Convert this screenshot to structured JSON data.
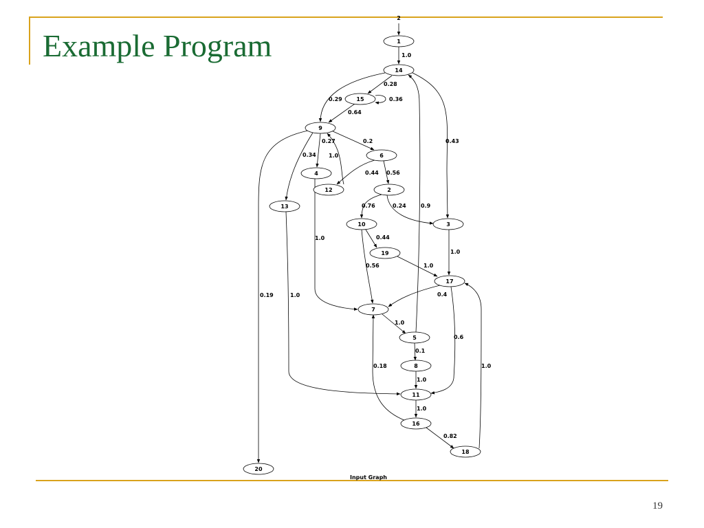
{
  "slide": {
    "title": "Example Program",
    "page_number": "19",
    "caption": "Input Graph"
  },
  "colors": {
    "title": "#1a6b33",
    "rule": "#d9a21b"
  },
  "graph": {
    "nodes": [
      {
        "id": "top",
        "label": "2"
      },
      {
        "id": "1",
        "label": "1"
      },
      {
        "id": "14",
        "label": "14"
      },
      {
        "id": "15",
        "label": "15"
      },
      {
        "id": "9",
        "label": "9"
      },
      {
        "id": "6",
        "label": "6"
      },
      {
        "id": "4",
        "label": "4"
      },
      {
        "id": "12",
        "label": "12"
      },
      {
        "id": "2",
        "label": "2"
      },
      {
        "id": "13",
        "label": "13"
      },
      {
        "id": "10",
        "label": "10"
      },
      {
        "id": "3",
        "label": "3"
      },
      {
        "id": "19",
        "label": "19"
      },
      {
        "id": "17",
        "label": "17"
      },
      {
        "id": "7",
        "label": "7"
      },
      {
        "id": "5",
        "label": "5"
      },
      {
        "id": "8",
        "label": "8"
      },
      {
        "id": "11",
        "label": "11"
      },
      {
        "id": "16",
        "label": "16"
      },
      {
        "id": "18",
        "label": "18"
      },
      {
        "id": "20",
        "label": "20"
      }
    ],
    "edges": [
      {
        "from": "top",
        "to": "1",
        "label": ""
      },
      {
        "from": "1",
        "to": "14",
        "label": "1.0"
      },
      {
        "from": "14",
        "to": "15",
        "label": "0.28"
      },
      {
        "from": "14",
        "to": "9",
        "label": "0.29"
      },
      {
        "from": "14",
        "to": "3",
        "label": "0.43"
      },
      {
        "from": "15",
        "to": "15",
        "label": "0.36"
      },
      {
        "from": "15",
        "to": "9",
        "label": "0.64"
      },
      {
        "from": "9",
        "to": "6",
        "label": "0.2"
      },
      {
        "from": "9",
        "to": "4",
        "label": "0.27"
      },
      {
        "from": "9",
        "to": "13",
        "label": "0.34"
      },
      {
        "from": "9",
        "to": "20",
        "label": "0.19"
      },
      {
        "from": "12",
        "to": "9",
        "label": "1.0"
      },
      {
        "from": "6",
        "to": "12",
        "label": "0.44"
      },
      {
        "from": "6",
        "to": "2",
        "label": "0.56"
      },
      {
        "from": "2",
        "to": "10",
        "label": "0.76"
      },
      {
        "from": "2",
        "to": "3",
        "label": "0.24"
      },
      {
        "from": "4",
        "to": "7",
        "label": "1.0"
      },
      {
        "from": "13",
        "to": "11",
        "label": "1.0"
      },
      {
        "from": "10",
        "to": "19",
        "label": "0.44"
      },
      {
        "from": "10",
        "to": "7",
        "label": "0.56"
      },
      {
        "from": "3",
        "to": "17",
        "label": "1.0"
      },
      {
        "from": "19",
        "to": "17",
        "label": "1.0"
      },
      {
        "from": "17",
        "to": "7",
        "label": "0.4"
      },
      {
        "from": "17",
        "to": "11",
        "label": "0.6"
      },
      {
        "from": "7",
        "to": "5",
        "label": "1.0"
      },
      {
        "from": "5",
        "to": "14",
        "label": "0.9"
      },
      {
        "from": "5",
        "to": "8",
        "label": "0.1"
      },
      {
        "from": "8",
        "to": "11",
        "label": "1.0"
      },
      {
        "from": "11",
        "to": "16",
        "label": "1.0"
      },
      {
        "from": "16",
        "to": "7",
        "label": "0.18"
      },
      {
        "from": "16",
        "to": "18",
        "label": "0.82"
      },
      {
        "from": "18",
        "to": "17",
        "label": "1.0"
      }
    ]
  }
}
